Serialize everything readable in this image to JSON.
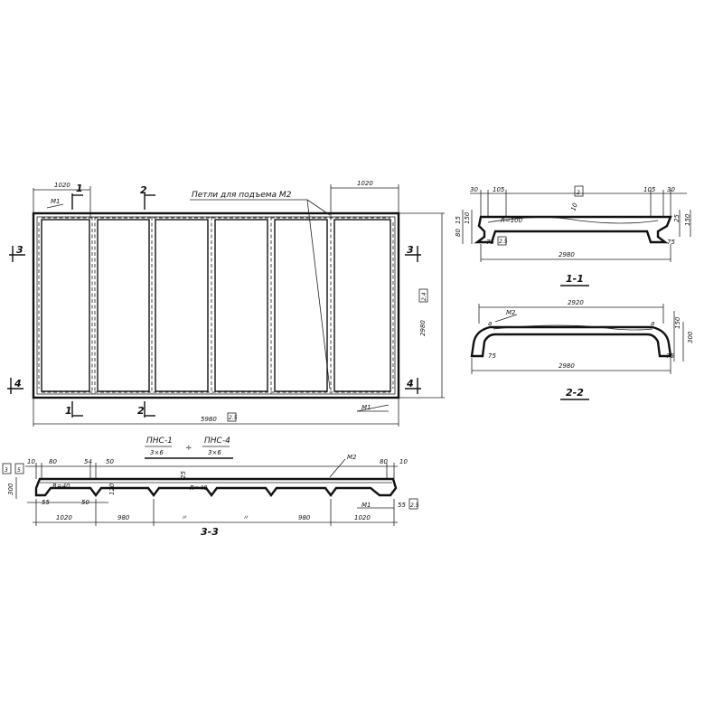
{
  "plan": {
    "note": "Петли для подъема М2",
    "dim_top_left": "1020",
    "dim_top_right": "1020",
    "dim_bottom": "5980",
    "dim_right": "2980",
    "mark_m1_top": "М1",
    "mark_m1_bottom": "М1",
    "cut_labels": [
      "1",
      "2",
      "3",
      "4"
    ],
    "boxed_bottom": "2.5",
    "boxed_right": "2.4"
  },
  "section_1_1": {
    "title": "1-1",
    "dim_30_left": "30",
    "dim_105_left": "105",
    "dim_105_right": "105",
    "dim_30_right": "30",
    "dim_radius": "R=100",
    "dim_75_left": "75",
    "dim_75_right": "75",
    "dim_width": "2980",
    "dim_25": "25",
    "dim_150_left": "150",
    "dim_left_stack": "80",
    "dim_left_stack2": "15",
    "dim_right_h": "150",
    "dim_right_h2": "25",
    "boxed_top": "2",
    "boxed_left": "2.5",
    "mark_10": "10"
  },
  "section_2_2": {
    "title": "2-2",
    "dim_top": "2920",
    "dim_bottom": "2980",
    "mark_m2": "М2",
    "dim_75_left": "75",
    "dim_75_right": "75",
    "dim_150": "150",
    "dim_300": "300",
    "mark_a_left": "а",
    "mark_a_right": "а"
  },
  "section_3_3": {
    "title": "3-3",
    "title_1": "ПНС-1",
    "sub_1": "3×6",
    "title_2": "ПНС-4",
    "sub_2": "3×6",
    "sep": "÷",
    "dim_10_left": "10",
    "dim_80_left": "80",
    "dim_54": "54",
    "dim_50_top": "50",
    "dim_80_right": "80",
    "dim_10_right": "10",
    "dim_25": "25",
    "dim_r40": "R=40",
    "dim_r40b": "R=40",
    "dim_120": "120",
    "dim_55_left": "55",
    "dim_50_bot": "50",
    "dim_55_right": "55",
    "dim_300": "300",
    "dim_1020_left": "1020",
    "dim_980_left": "980",
    "dim_mid_a": "〃",
    "dim_mid_b": "〃",
    "dim_980_right": "980",
    "dim_1020_right": "1020",
    "mark_m2": "М2",
    "mark_m1": "М1",
    "boxed_a": "3",
    "boxed_b": "5",
    "boxed_c": "2.5"
  }
}
